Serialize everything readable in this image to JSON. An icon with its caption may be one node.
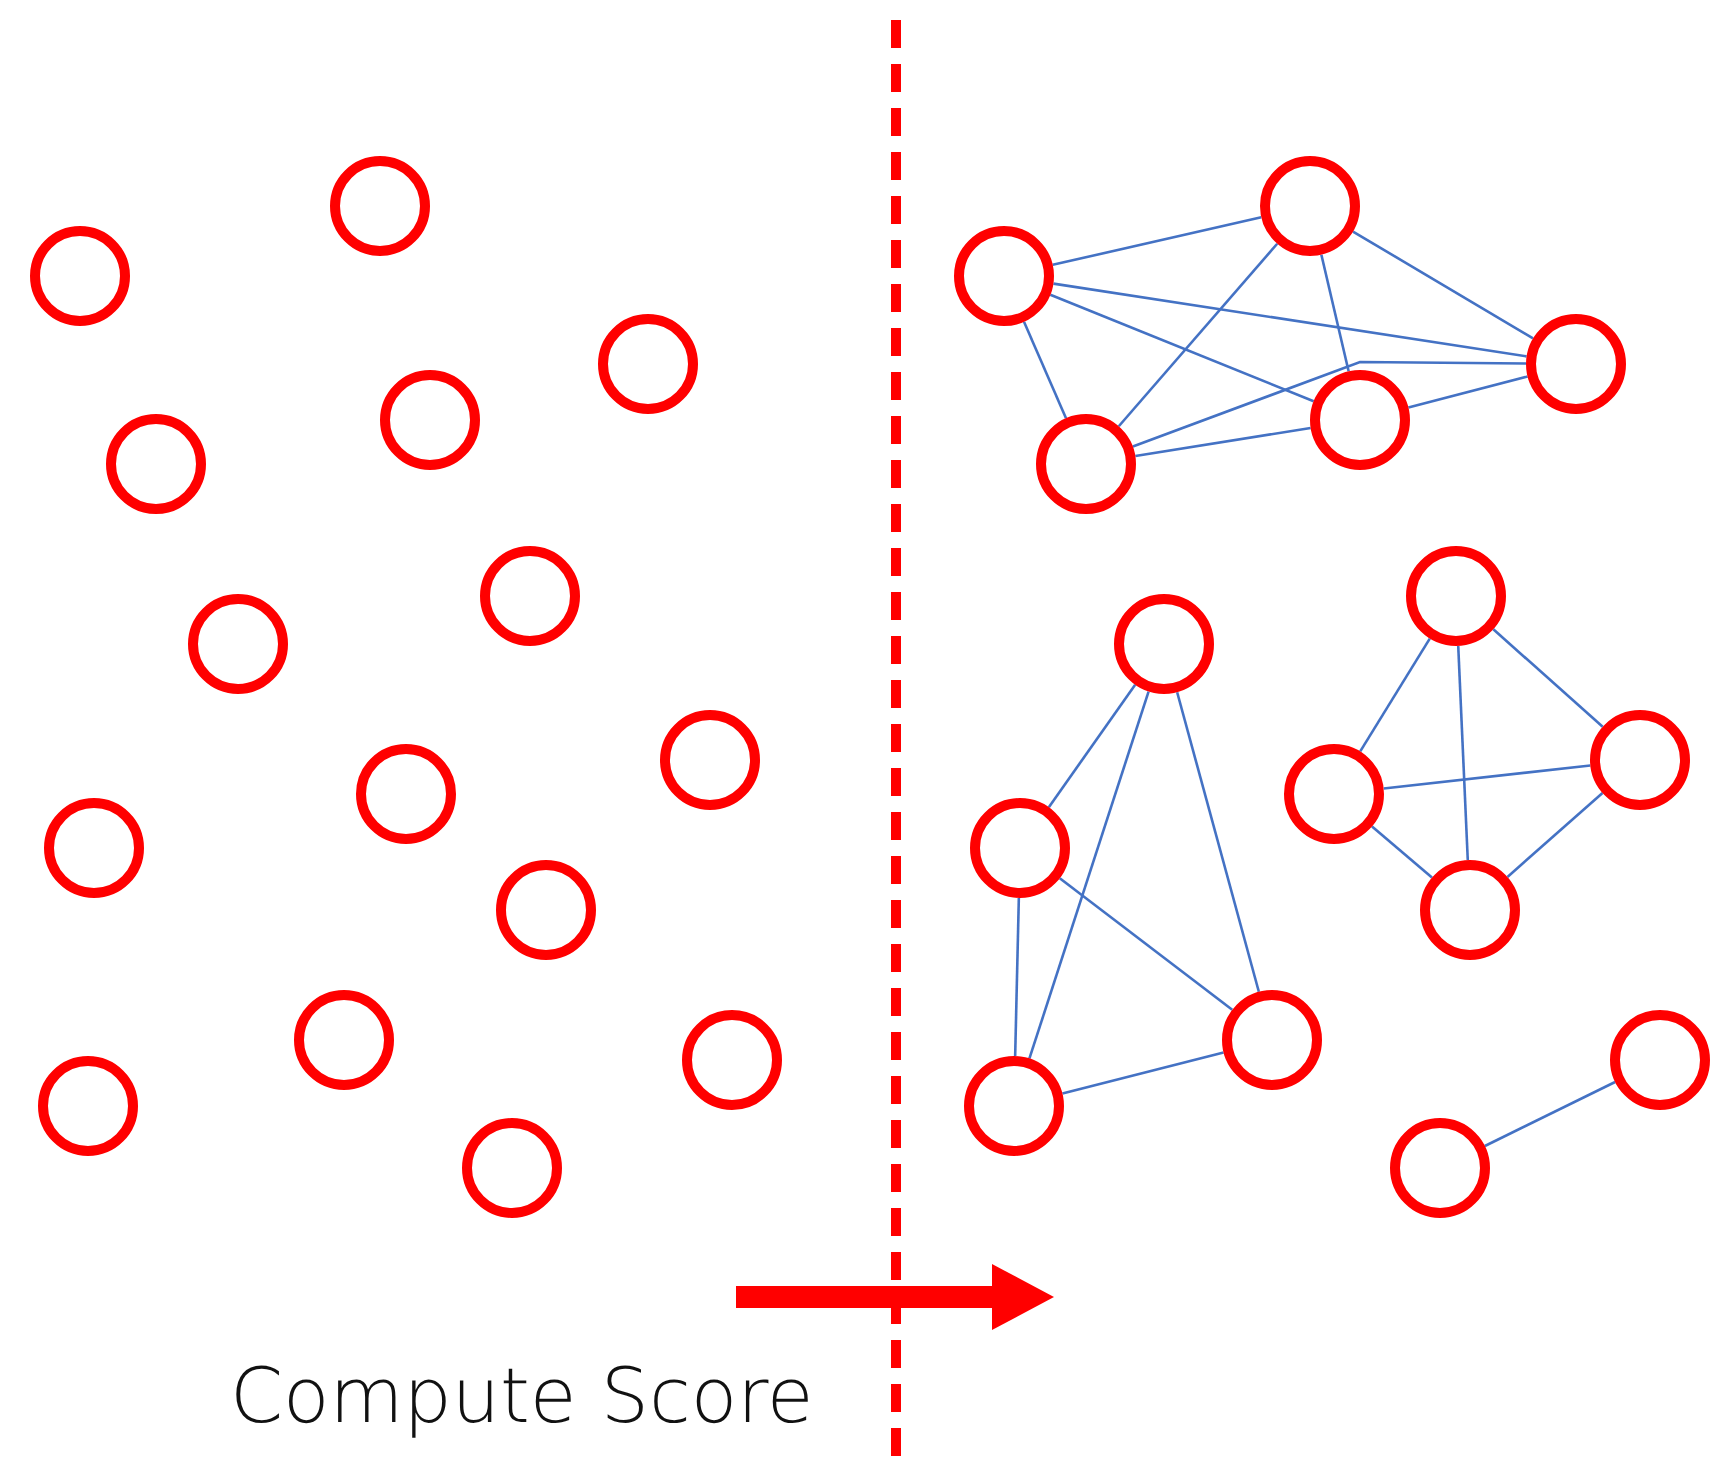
{
  "diagram": {
    "nodes": [
      {
        "text": [],
        "shape": "circle"
      },
      {
        "text": [],
        "shape": "circle"
      },
      {
        "text": [],
        "shape": "circle"
      },
      {
        "text": [],
        "shape": "circle"
      },
      {
        "text": [],
        "shape": "circle"
      },
      {
        "text": [],
        "shape": "circle"
      },
      {
        "text": [],
        "shape": "circle"
      },
      {
        "text": [],
        "shape": "circle"
      },
      {
        "text": [],
        "shape": "circle"
      },
      {
        "text": [],
        "shape": "circle"
      },
      {
        "text": [],
        "shape": "circle"
      },
      {
        "text": [],
        "shape": "circle"
      },
      {
        "text": [],
        "shape": "circle"
      },
      {
        "text": [],
        "shape": "circle"
      },
      {
        "text": [],
        "shape": "circle"
      },
      {
        "text": [],
        "shape": "circle"
      },
      {
        "text": [],
        "shape": "circle"
      },
      {
        "text": [],
        "shape": "circle"
      },
      {
        "text": [],
        "shape": "circle"
      },
      {
        "text": [],
        "shape": "circle"
      },
      {
        "text": [],
        "shape": "circle"
      },
      {
        "text": [],
        "shape": "circle"
      },
      {
        "text": [],
        "shape": "circle"
      },
      {
        "text": [],
        "shape": "circle"
      },
      {
        "text": [],
        "shape": "circle"
      },
      {
        "text": [],
        "shape": "circle"
      },
      {
        "text": [],
        "shape": "circle"
      },
      {
        "text": [],
        "shape": "circle"
      },
      {
        "text": [],
        "shape": "circle"
      },
      {
        "text": [],
        "shape": "circle"
      }
    ],
    "edges": [
      {
        "from": 16,
        "to": 15,
        "arrow": "none"
      },
      {
        "from": 15,
        "to": 19,
        "arrow": "none"
      },
      {
        "from": 15,
        "to": 18,
        "arrow": "none"
      },
      {
        "from": 15,
        "to": 17,
        "arrow": "none"
      },
      {
        "from": 16,
        "to": 17,
        "arrow": "none"
      },
      {
        "from": 16,
        "to": 18,
        "arrow": "none"
      },
      {
        "from": 16,
        "to": 19,
        "arrow": "none"
      },
      {
        "from": 19,
        "to": 17,
        "arrow": "none"
      },
      {
        "from": 19,
        "to": 18,
        "arrow": "none"
      },
      {
        "from": 18,
        "to": 17,
        "arrow": "none"
      },
      {
        "from": 21,
        "to": 24,
        "arrow": "none"
      },
      {
        "from": 21,
        "to": 28,
        "arrow": "none"
      },
      {
        "from": 21,
        "to": 26,
        "arrow": "none"
      },
      {
        "from": 24,
        "to": 28,
        "arrow": "none"
      },
      {
        "from": 24,
        "to": 26,
        "arrow": "none"
      },
      {
        "from": 28,
        "to": 26,
        "arrow": "none"
      },
      {
        "from": 20,
        "to": 23,
        "arrow": "none"
      },
      {
        "from": 20,
        "to": 25,
        "arrow": "none"
      },
      {
        "from": 20,
        "to": 22,
        "arrow": "none"
      },
      {
        "from": 23,
        "to": 22,
        "arrow": "none"
      },
      {
        "from": 23,
        "to": 25,
        "arrow": "none"
      },
      {
        "from": 22,
        "to": 25,
        "arrow": "none"
      },
      {
        "from": 29,
        "to": 27,
        "arrow": "none"
      }
    ],
    "labels": [
      "Compute Score"
    ]
  }
}
